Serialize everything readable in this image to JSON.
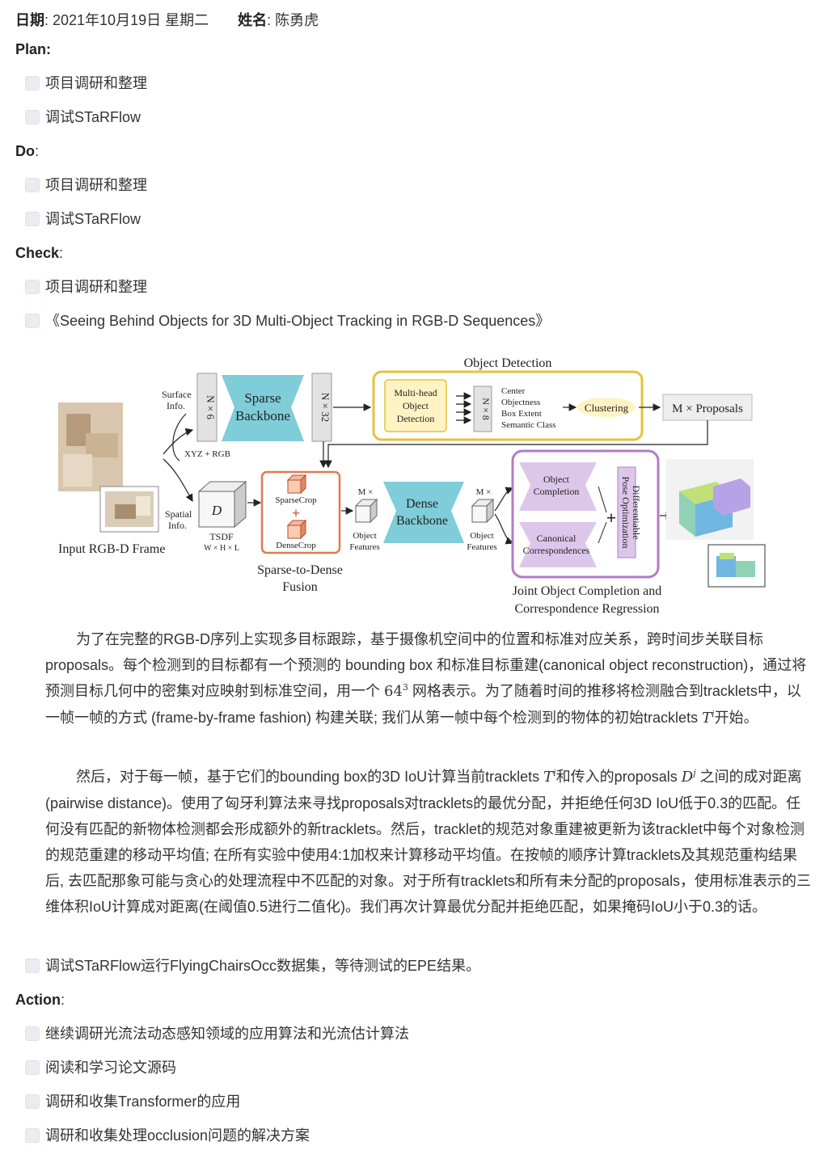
{
  "header": {
    "date_label": "日期",
    "date_value": ": 2021年10月19日 星期二",
    "name_label": "姓名",
    "name_value": ": 陈勇虎"
  },
  "plan": {
    "heading": "Plan:",
    "items": [
      "项目调研和整理",
      "调试STaRFlow"
    ]
  },
  "do": {
    "heading": "Do",
    "colon": ":",
    "items": [
      "项目调研和整理",
      "调试STaRFlow"
    ]
  },
  "check": {
    "heading": "Check",
    "colon": ":",
    "items": [
      "项目调研和整理",
      "《Seeing Behind Objects for 3D Multi-Object Tracking in RGB-D Sequences》"
    ],
    "last_item": "调试STaRFlow运行FlyingChairsOcc数据集，等待测试的EPE结果。"
  },
  "figure": {
    "object_detection": "Object Detection",
    "surface_info_1": "Surface",
    "surface_info_2": "Info.",
    "n6": "N × 6",
    "sparse_1": "Sparse",
    "sparse_2": "Backbone",
    "n32": "N × 32",
    "multi_1": "Multi-head",
    "multi_2": "Object",
    "multi_3": "Detection",
    "n8": "N × 8",
    "center": "Center",
    "objectness": "Objectness",
    "box_extent": "Box Extent",
    "semantic_class": "Semantic Class",
    "clustering": "Clustering",
    "proposals": "M × Proposals",
    "xyz_rgb": "XYZ + RGB",
    "spatial_1": "Spatial",
    "spatial_2": "Info.",
    "d_label": "D",
    "tsdf": "TSDF",
    "whl": "W × H × L",
    "input": "Input RGB-D Frame",
    "sparse_crop": "SparseCrop",
    "dense_crop": "DenseCrop",
    "m_times_1": "M ×",
    "obj_feat_1": "Object",
    "obj_feat_2": "Features",
    "dense_1": "Dense",
    "dense_2": "Backbone",
    "m_times_2": "M ×",
    "obj_feat_3": "Object",
    "obj_feat_4": "Features",
    "obj_comp_1": "Object",
    "obj_comp_2": "Completion",
    "canon_1": "Canonical",
    "canon_2": "Correspondences",
    "diff_pose_1": "Differentiable",
    "diff_pose_2": "Pose Optimization",
    "s2d_1": "Sparse-to-Dense",
    "s2d_2": "Fusion",
    "joint_1": "Joint Object Completion and",
    "joint_2": "Correspondence Regression"
  },
  "para1": {
    "a": "为了在完整的RGB-D序列上实现多目标跟踪，基于摄像机空间中的位置和标准对应关系，跨时间步关联目标proposals。每个检测到的目标都有一个预测的 bounding box 和标准目标重建(canonical object reconstruction)，通过将预测目标几何中的密集对应映射到标准空间，用一个 ",
    "m64": "64",
    "m3": "3",
    "b": " 网格表示。为了随着时间的推移将检测融合到tracklets中，以一帧一帧的方式 (frame-by-frame fashion) 构建关联; 我们从第一帧中每个检测到的物体的初始tracklets ",
    "mT": "T",
    "mi": "i",
    "c": "开始。"
  },
  "para2": {
    "a": "然后，对于每一帧，基于它们的bounding box的3D IoU计算当前tracklets ",
    "mT": "T",
    "mi": "i",
    "b": "和传入的proposals ",
    "mD": "D",
    "mj": "j",
    "c": " 之间的成对距离(pairwise distance)。使用了匈牙利算法来寻找proposals对tracklets的最优分配，并拒绝任何3D IoU低于0.3的匹配。任何没有匹配的新物体检测都会形成额外的新tracklets。然后，tracklet的规范对象重建被更新为该tracklet中每个对象检测的规范重建的移动平均值; 在所有实验中使用4:1加权来计算移动平均值。在按帧的顺序计算tracklets及其规范重构结果后, 去匹配那象可能与贪心的处理流程中不匹配的对象。对于所有tracklets和所有未分配的proposals，使用标准表示的三维体积IoU计算成对距离(在阈值0.5进行二值化)。我们再次计算最优分配并拒绝匹配，如果掩码IoU小于0.3的话。"
  },
  "action": {
    "heading": "Action",
    "colon": ":",
    "items": [
      "继续调研光流法动态感知领域的应用算法和光流估计算法",
      "阅读和学习论文源码",
      "调研和收集Transformer的应用",
      "调研和收集处理occlusion问题的解决方案"
    ]
  },
  "colors": {
    "detection_border": "#e8c13a",
    "detection_fill": "#fff3c4",
    "fusion_border": "#e07b50",
    "joint_border": "#b07cc6",
    "joint_fill": "#dcc7ea",
    "backbone_fill": "#7ecdd8",
    "checkbox_fill": "#e9edf2"
  }
}
